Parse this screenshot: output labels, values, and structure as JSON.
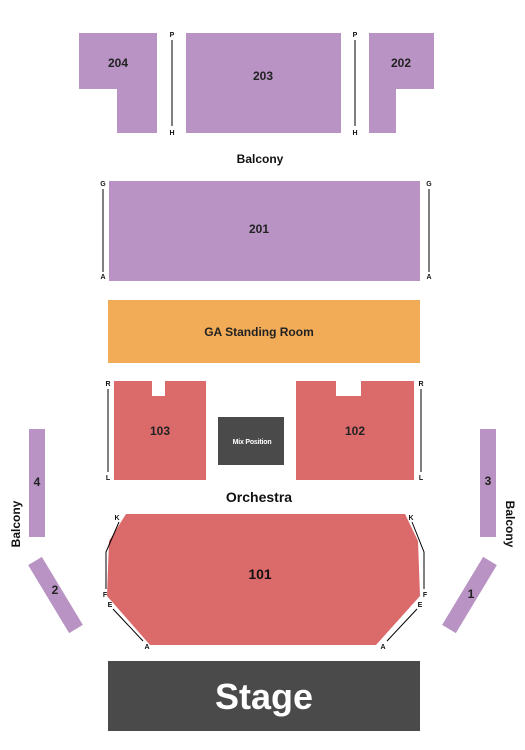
{
  "colors": {
    "balcony": "#b893c4",
    "ga": "#f2ac58",
    "orchestra": "#db6a6a",
    "mix": "#4a4a4a",
    "stage": "#4a4a4a",
    "row_line": "#000000"
  },
  "sections": {
    "s204": "204",
    "s203": "203",
    "s202": "202",
    "s201": "201",
    "ga": "GA Standing Room",
    "s103": "103",
    "s102": "102",
    "mix": "Mix Position",
    "s101": "101",
    "s4": "4",
    "s3": "3",
    "s2": "2",
    "s1": "1",
    "stage": "Stage"
  },
  "areas": {
    "balcony_top": "Balcony",
    "orchestra": "Orchestra",
    "balcony_left": "Balcony",
    "balcony_right": "Balcony"
  },
  "rows": {
    "upper_top": "P",
    "upper_bottom": "H",
    "s201_top": "G",
    "s201_bottom": "A",
    "s103_top": "R",
    "s103_bottom": "L",
    "s101_k": "K",
    "s101_f": "F",
    "s101_e": "E",
    "s101_a": "A"
  }
}
